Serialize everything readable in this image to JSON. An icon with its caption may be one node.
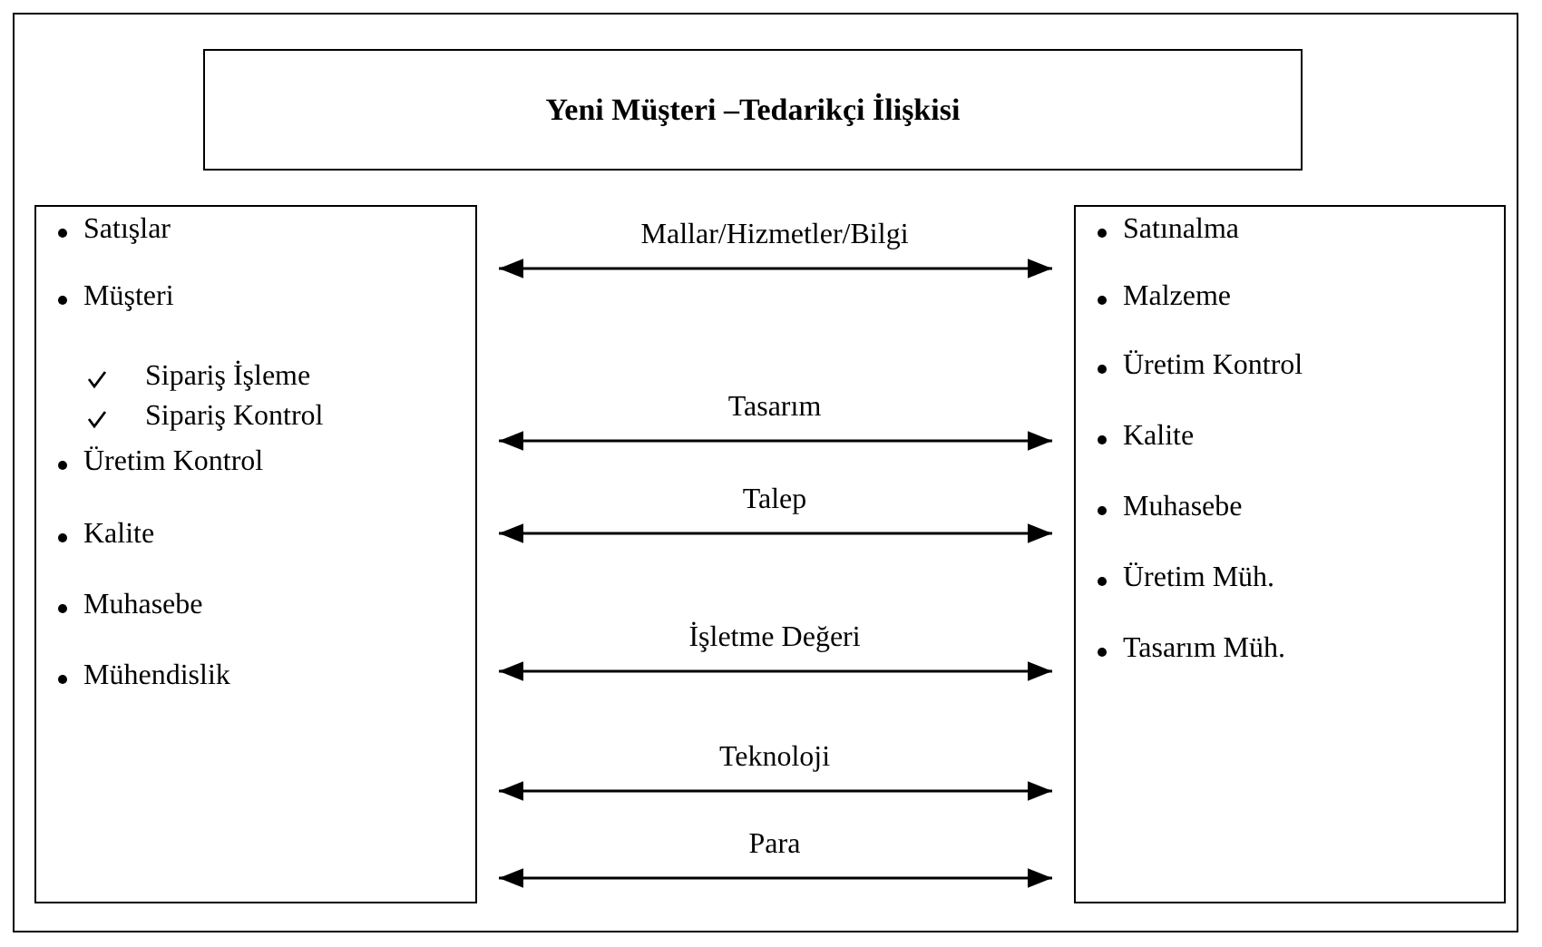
{
  "diagram": {
    "nodes": [
      {
        "text": [
          "Yeni Müşteri –Tedarikçi İlişkisi"
        ]
      },
      {
        "text": [
          "Satışlar",
          "Müşteri",
          "Sipariş İşleme",
          "Sipariş Kontrol",
          "Üretim Kontrol",
          "Kalite",
          "Muhasebe",
          "Mühendislik"
        ]
      },
      {
        "text": [
          "Satınalma",
          "Malzeme",
          "Üretim Kontrol",
          "Kalite",
          "Muhasebe",
          "Üretim Müh.",
          "Tasarım Müh."
        ]
      }
    ],
    "edges": [
      {
        "from": 1,
        "to": 2,
        "arrow": "both",
        "label": "Mallar/Hizmetler/Bilgi"
      },
      {
        "from": 1,
        "to": 2,
        "arrow": "both",
        "label": "Tasarım"
      },
      {
        "from": 1,
        "to": 2,
        "arrow": "both",
        "label": "Talep"
      },
      {
        "from": 1,
        "to": 2,
        "arrow": "both",
        "label": "İşletme Değeri"
      },
      {
        "from": 1,
        "to": 2,
        "arrow": "both",
        "label": "Teknoloji"
      },
      {
        "from": 1,
        "to": 2,
        "arrow": "both",
        "label": "Para"
      }
    ]
  }
}
